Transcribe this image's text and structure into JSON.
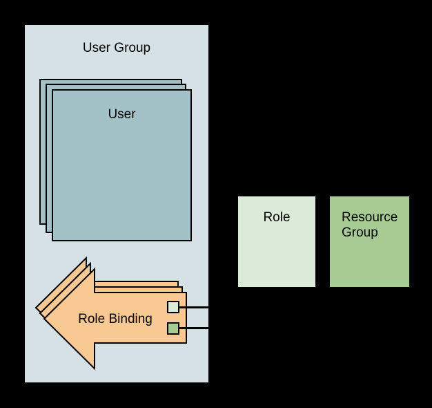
{
  "diagram": {
    "background": "#000000",
    "user_group": {
      "label": "User Group",
      "fill": "#d6e1e5"
    },
    "users": {
      "label": "User",
      "fill": "#a3c2c7",
      "stack_count": 3
    },
    "role_binding": {
      "label": "Role Binding",
      "fill": "#f9c994",
      "stack_count": 3,
      "ports": [
        {
          "fill": "#dceada"
        },
        {
          "fill": "#a6cb93"
        }
      ]
    },
    "role": {
      "label": "Role",
      "fill": "#dceada"
    },
    "resource_group": {
      "label": "Resource Group",
      "fill": "#a6cb93"
    }
  }
}
